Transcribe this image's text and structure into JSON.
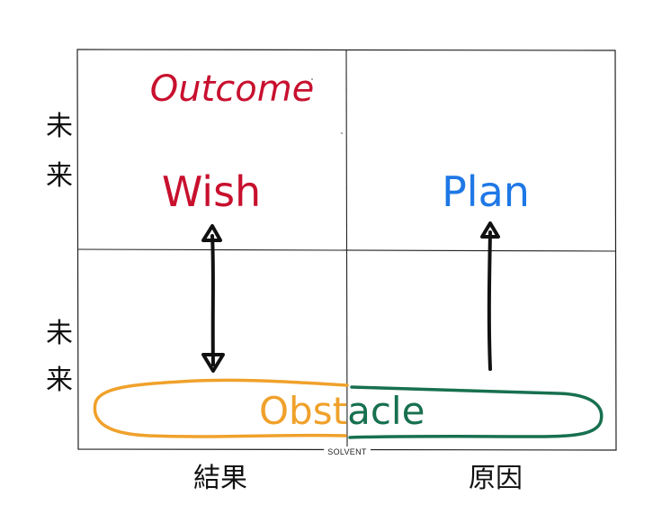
{
  "quadrants": {
    "top_left_title": "Outcome",
    "top_left_label": "Wish",
    "top_right_label": "Plan"
  },
  "bottom": {
    "obstacle_label": "Obstacle",
    "obstacle_left_part": "Obst",
    "obstacle_right_part": "acle",
    "axis_caption": "SOLVENT"
  },
  "row_labels": {
    "top_char_1": "未",
    "top_char_2": "来",
    "bottom_char_1": "未",
    "bottom_char_2": "来"
  },
  "column_labels": {
    "left": "結果",
    "right": "原因"
  },
  "colors": {
    "red": "#c8102e",
    "blue": "#1e78e6",
    "orange": "#f0a12b",
    "green": "#17704f",
    "ink": "#111111"
  }
}
